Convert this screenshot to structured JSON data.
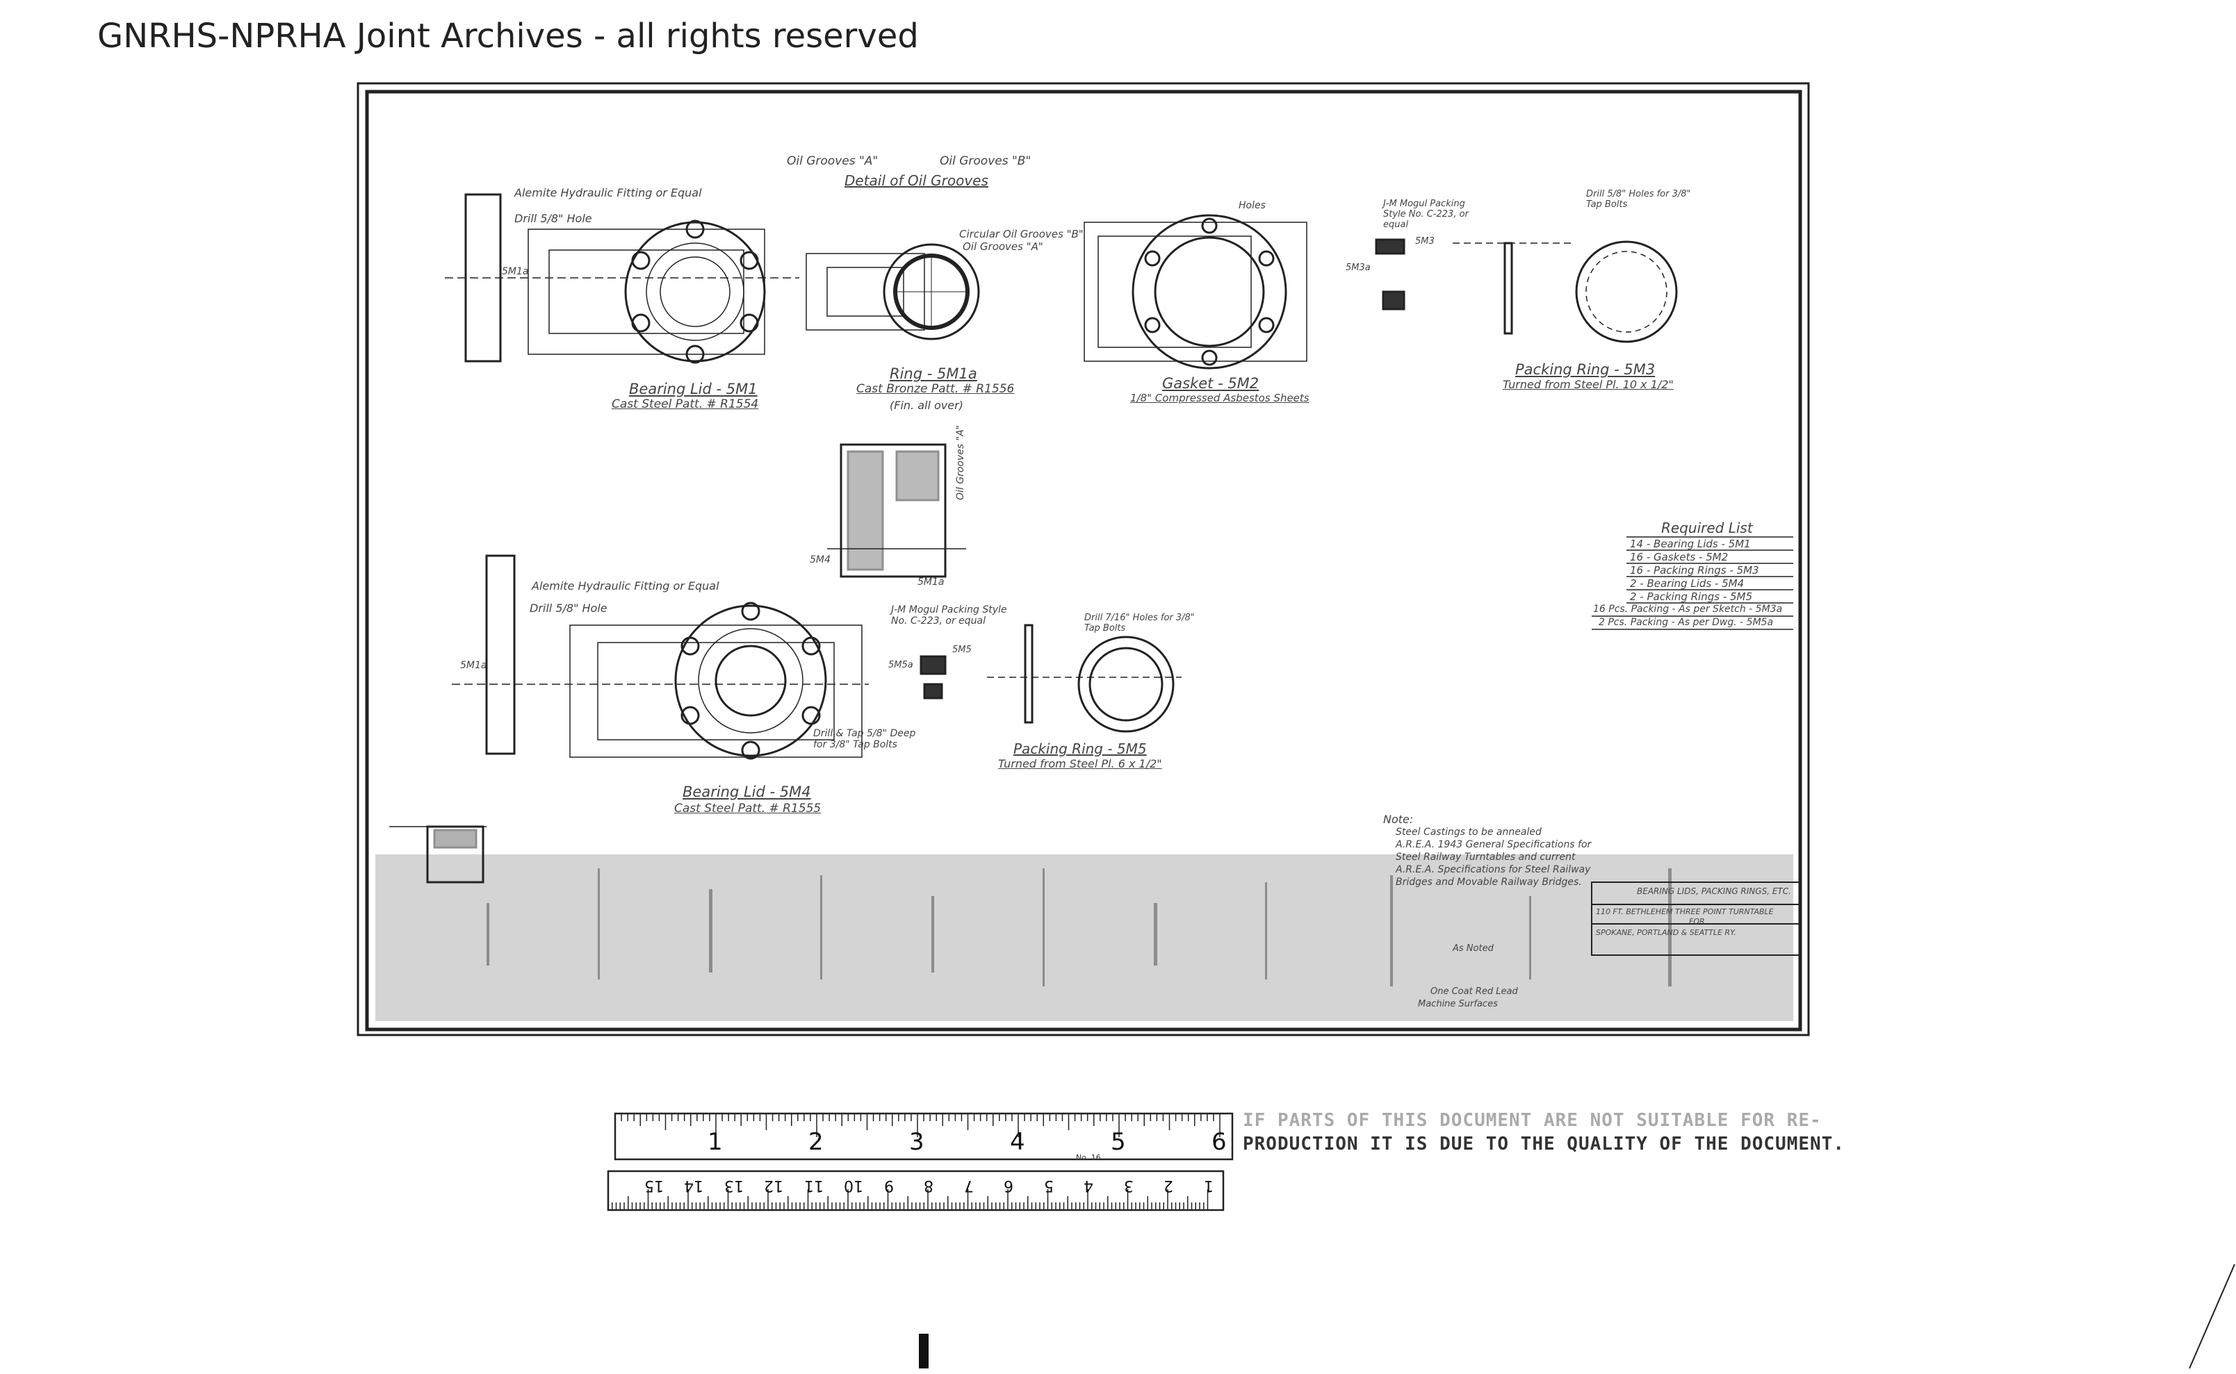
{
  "watermark": "GNRHS-NPRHA Joint Archives - all rights reserved",
  "detail_oil_grooves": {
    "title": "Detail of Oil Grooves",
    "groove_a": "Oil Grooves \"A\"",
    "groove_b": "Oil Grooves \"B\""
  },
  "bearing_lid_5m1": {
    "note_fitting": "Alemite Hydraulic Fitting or Equal",
    "note_drill": "Drill 5/8\" Hole",
    "part_ref": "5M1a",
    "title": "Bearing Lid - 5M1",
    "subtitle": "Cast Steel   Patt. # R1554"
  },
  "ring_5m1a": {
    "note_a": "Circular Oil Grooves \"B\"",
    "note_b": "Oil Grooves \"A\"",
    "title": "Ring - 5M1a",
    "subtitle": "Cast Bronze Patt. # R1556",
    "sub2": "(Fin. all over)"
  },
  "gasket_5m2": {
    "note": "Holes",
    "title": "Gasket - 5M2",
    "subtitle": "1/8\" Compressed Asbestos Sheets"
  },
  "packing_5m3": {
    "note1": "J-M Mogul Packing Style No. C-223, or equal",
    "ref1": "5M3a",
    "ref2": "5M3",
    "note2": "Drill 5/8\" Holes for 3/8\" Tap Bolts",
    "title": "Packing Ring - 5M3",
    "subtitle": "Turned from Steel Pl. 10 x 1/2\""
  },
  "section": {
    "ref1": "5M4",
    "ref2": "5M1a",
    "note": "Oil Grooves \"A\""
  },
  "bearing_lid_5m4": {
    "note_fitting": "Alemite Hydraulic Fitting or Equal",
    "note_drill": "Drill 5/8\" Hole",
    "part_ref": "5M1a",
    "note_tap": "Drill & Tap 5/8\" Deep for 3/8\" Tap Bolts",
    "title": "Bearing Lid - 5M4",
    "subtitle": "Cast Steel   Patt. # R1555"
  },
  "packing_5m5": {
    "note1": "J-M Mogul Packing Style No. C-223, or equal",
    "ref1": "5M5a",
    "ref2": "5M5",
    "note2": "Drill 7/16\" Holes for 3/8\" Tap Bolts",
    "title": "Packing Ring - 5M5",
    "subtitle": "Turned from Steel Pl. 6 x 1/2\""
  },
  "required_list": {
    "title": "Required List",
    "rows": [
      "14 - Bearing Lids      - 5M1",
      "16 - Gaskets           - 5M2",
      "16 - Packing Rings     - 5M3",
      "2 - Bearing Lids       - 5M4",
      "2 - Packing Rings      - 5M5",
      "16 Pcs. Packing - As per Sketch - 5M3a",
      "2 Pcs. Packing - As per Dwg. - 5M5a"
    ]
  },
  "notes": {
    "heading": "Note:",
    "lines": [
      "Steel Castings to be annealed",
      "A.R.E.A. 1943 General Specifications for",
      "Steel Railway Turntables and current",
      "A.R.E.A. Specifications for Steel Railway",
      "Bridges and Movable Railway Bridges."
    ],
    "misc1": "As Noted",
    "misc2": "One Coat Red Lead",
    "misc3": "Machine Surfaces"
  },
  "title_block": {
    "line1": "BEARING LIDS, PACKING RINGS, ETC.",
    "line2": "110 FT. BETHLEHEM THREE POINT TURNTABLE",
    "line3": "FOR",
    "line4": "SPOKANE, PORTLAND & SEATTLE RY."
  },
  "ruler_inches": [
    "1",
    "2",
    "3",
    "4",
    "5",
    "6"
  ],
  "ruler_cm": [
    "1",
    "2",
    "3",
    "4",
    "5",
    "6",
    "7",
    "8",
    "9",
    "10",
    "11",
    "12",
    "13",
    "14",
    "15"
  ],
  "ruler_mark": "No. 16",
  "notice": {
    "line1": "IF PARTS OF THIS DOCUMENT ARE NOT SUITABLE FOR RE-",
    "line2": "PRODUCTION IT IS DUE TO THE QUALITY OF THE DOCUMENT."
  }
}
